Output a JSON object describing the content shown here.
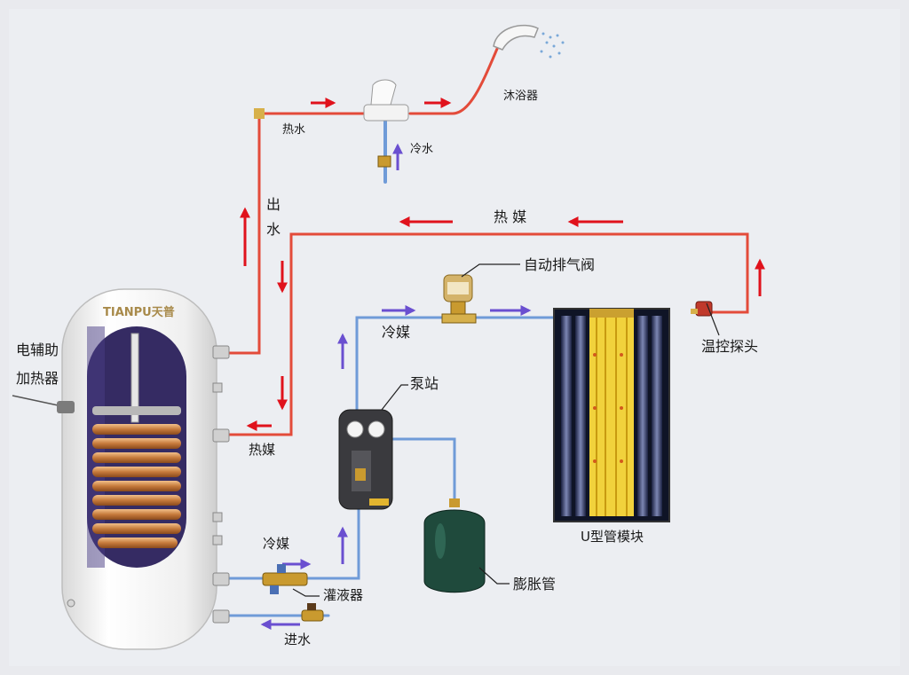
{
  "brand": "TIANPU天普",
  "labels": {
    "shower": "沐浴器",
    "hot_water": "热水",
    "cold_water": "冷水",
    "outlet_1": "出",
    "outlet_2": "水",
    "heat_medium_top": "热 媒",
    "heat_medium_tank": "热媒",
    "air_vent": "自动排气阀",
    "cold_medium_top": "冷媒",
    "cold_medium_bottom": "冷媒",
    "temp_probe": "温控探头",
    "pump_station": "泵站",
    "electric_heater_1": "电辅助",
    "electric_heater_2": "加热器",
    "collector": "U型管模块",
    "expansion_tank": "膨胀管",
    "filler": "灌液器",
    "inlet": "进水"
  },
  "colors": {
    "hot_pipe": "#e34b3a",
    "cold_pipe": "#6f9bd8",
    "arrow_hot": "#e0121c",
    "arrow_cold": "#6a4fd0",
    "tank": "#f4f4f4",
    "coil": "#c8844a"
  }
}
